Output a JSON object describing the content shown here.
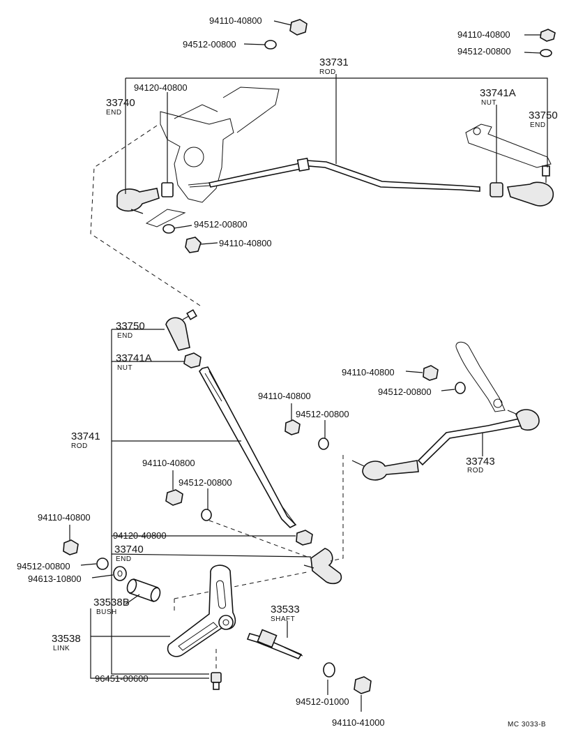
{
  "labels": {
    "top_nut_1": "94110-40800",
    "top_washer_1": "94512-00800",
    "top_nut_right": "94110-40800",
    "top_washer_right": "94512-00800",
    "rod_33731": "33731",
    "rod_33731_sub": "ROD",
    "bolt_94120_top": "94120-40800",
    "end_33740_top": "33740",
    "end_33740_top_sub": "END",
    "nut_33741A_top": "33741A",
    "nut_33741A_top_sub": "NUT",
    "end_33750_top": "33750",
    "end_33750_top_sub": "END",
    "washer_mid_left": "94512-00800",
    "nut_mid_left": "94110-40800",
    "end_33750_mid": "33750",
    "end_33750_mid_sub": "END",
    "nut_33741A_mid": "33741A",
    "nut_33741A_mid_sub": "NUT",
    "rod_33741": "33741",
    "rod_33741_sub": "ROD",
    "nut_right_upper": "94110-40800",
    "washer_right_upper": "94512-00800",
    "nut_center": "94110-40800",
    "washer_center": "94512-00800",
    "rod_33743": "33743",
    "rod_33743_sub": "ROD",
    "nut_lower_center": "94110-40800",
    "washer_lower_center": "94512-00800",
    "nut_left_lower": "94110-40800",
    "bolt_94120_lower": "94120-40800",
    "end_33740_lower": "33740",
    "end_33740_lower_sub": "END",
    "washer_left_lower": "94512-00800",
    "washer_94613": "94613-10800",
    "bush_33538B": "33538B",
    "bush_33538B_sub": "BUSH",
    "shaft_33533": "33533",
    "shaft_33533_sub": "SHAFT",
    "link_33538": "33538",
    "link_33538_sub": "LINK",
    "fitting_96451": "96451-00600",
    "washer_94512_01000": "94512-01000",
    "nut_94110_41000": "94110-41000",
    "drawing_code": "MC 3033-B"
  }
}
